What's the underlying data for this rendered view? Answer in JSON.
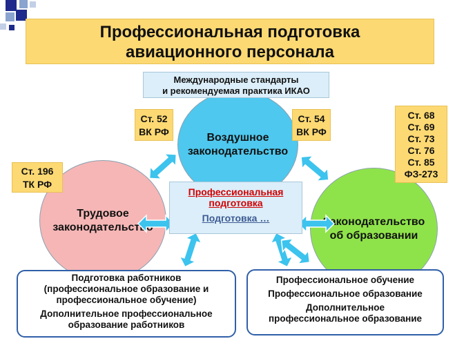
{
  "title": {
    "line1": "Профессиональная подготовка",
    "line2": "авиационного персонала"
  },
  "icao": {
    "line1": "Международные стандарты",
    "line2": "и рекомендуемая практика ИКАО"
  },
  "circles": {
    "air": {
      "line1": "Воздушное",
      "line2": "законодательство"
    },
    "labor": {
      "line1": "Трудовое",
      "line2": "законодательство"
    },
    "education": {
      "line1": "Законодательство",
      "line2": "об образовании"
    }
  },
  "articles": {
    "st52": {
      "line1": "Ст. 52",
      "line2": "ВК РФ"
    },
    "st54": {
      "line1": "Ст. 54",
      "line2": "ВК РФ"
    },
    "st196": {
      "line1": "Ст. 196",
      "line2": "ТК РФ"
    },
    "fz273": {
      "lines": [
        "Ст. 68",
        "Ст. 69",
        "Ст. 73",
        "Ст. 76",
        "Ст. 85",
        "ФЗ-273"
      ]
    }
  },
  "center": {
    "link1_line1": "Профессиональная",
    "link1_line2": "подготовка",
    "link2": "Подготовка …"
  },
  "bottom_left": {
    "line1": "Подготовка работников",
    "line2": "(профессиональное образование и",
    "line3": "профессиональное обучение)",
    "line4": "Дополнительное профессиональное",
    "line5": "образование работников"
  },
  "bottom_right": {
    "line1": "Профессиональное обучение",
    "line2": "Профессиональное образование",
    "line3": "Дополнительное",
    "line4": "профессиональное образование"
  },
  "colors": {
    "orange": "#fdd973",
    "light_blue": "#dbeef9",
    "arrow": "#3cc3ee",
    "air_circle": "#4ec8ee",
    "labor_circle": "#f6b6b6",
    "education_circle": "#8fe34a",
    "frame_border": "#2f5fa8"
  }
}
